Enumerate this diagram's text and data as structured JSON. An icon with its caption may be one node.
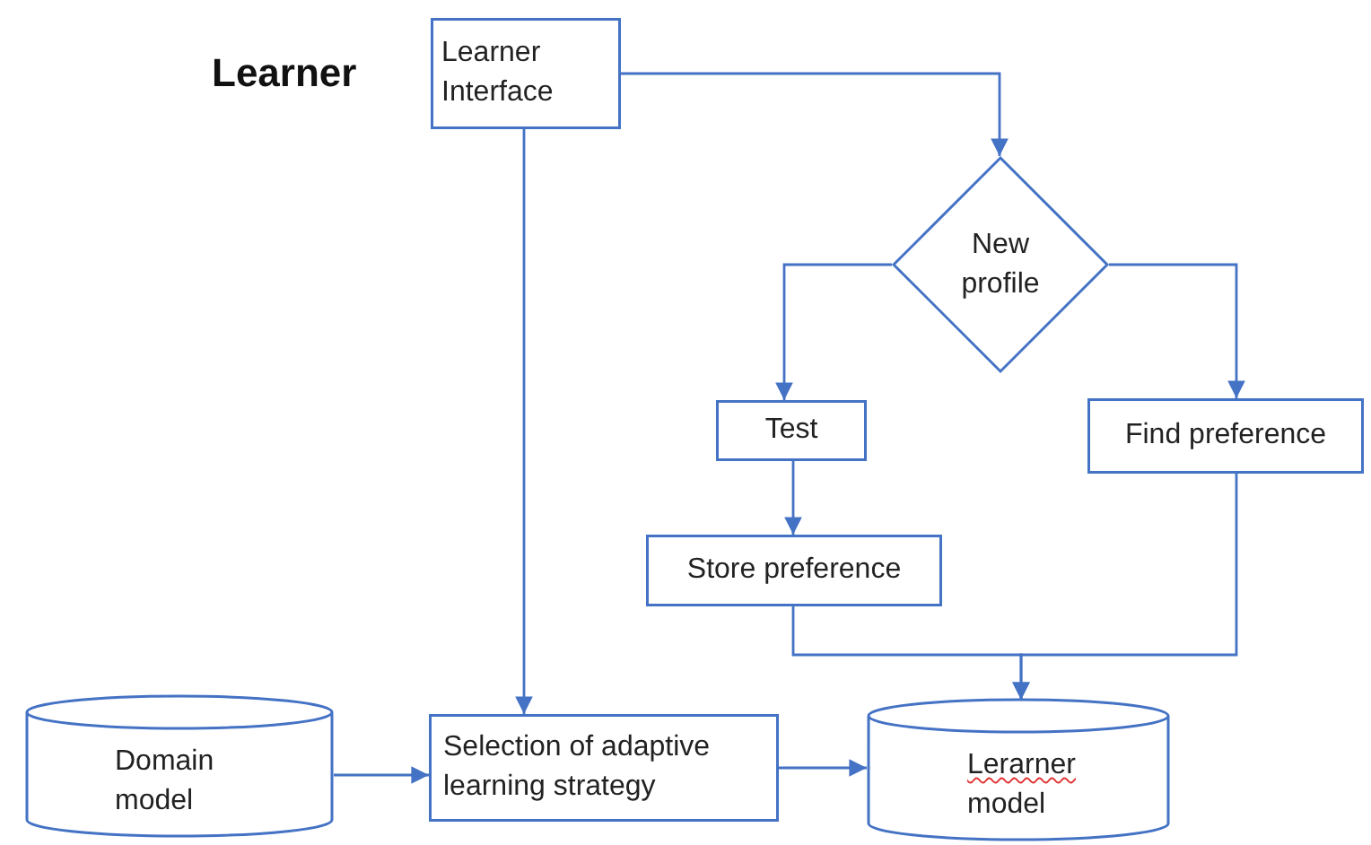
{
  "diagram": {
    "nodes": [
      {
        "text": [
          "Learner Interface"
        ]
      },
      {
        "text": [
          "New profile"
        ]
      },
      {
        "text": [
          "Test"
        ]
      },
      {
        "text": [
          "Find preference"
        ]
      },
      {
        "text": [
          "Store preference"
        ]
      },
      {
        "text": [
          "Domain model"
        ]
      },
      {
        "text": [
          "Selection of adaptive learning strategy"
        ]
      },
      {
        "text": [
          "Lerarner model"
        ]
      }
    ],
    "edges": [
      {
        "from": 0,
        "to": 1,
        "arrow": "to"
      },
      {
        "from": 0,
        "to": 6,
        "arrow": "to"
      },
      {
        "from": 1,
        "to": 2,
        "arrow": "to"
      },
      {
        "from": 1,
        "to": 3,
        "arrow": "to"
      },
      {
        "from": 2,
        "to": 4,
        "arrow": "to"
      },
      {
        "from": 4,
        "to": 7,
        "arrow": "to"
      },
      {
        "from": 3,
        "to": 7,
        "arrow": "to"
      },
      {
        "from": 5,
        "to": 6,
        "arrow": "to"
      },
      {
        "from": 6,
        "to": 7,
        "arrow": "to"
      }
    ],
    "labels": [
      "Learner"
    ]
  }
}
